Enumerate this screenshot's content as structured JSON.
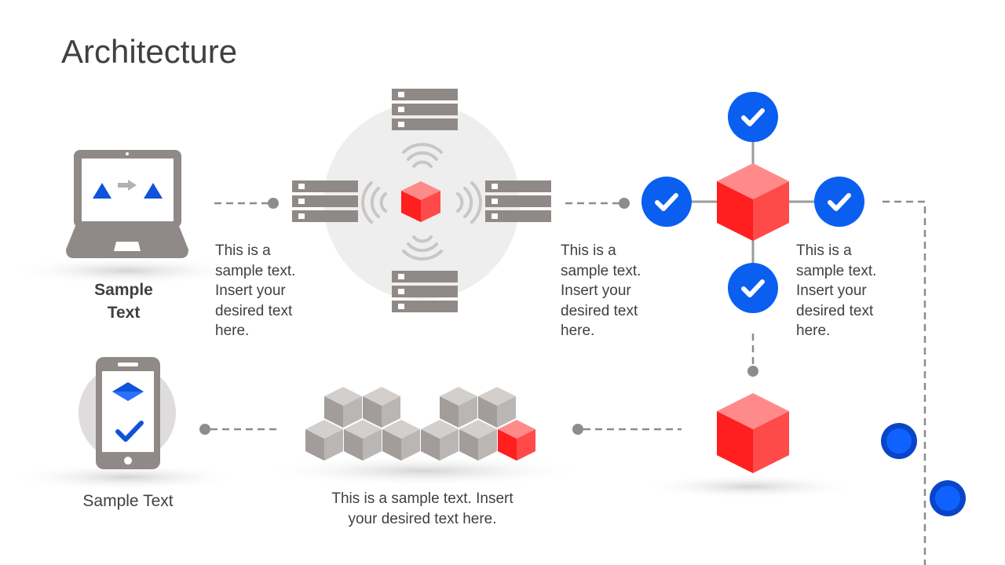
{
  "title": "Architecture",
  "colors": {
    "accent_red": "#ff1f1f",
    "accent_blue": "#0a5ff0",
    "icon_gray": "#8f8a87",
    "text": "#404040",
    "connector": "#8c8c8c"
  },
  "laptop": {
    "label_line1": "Sample",
    "label_line2": "Text"
  },
  "phone": {
    "label": "Sample Text"
  },
  "text_block_1": {
    "lines": [
      "This is a",
      "sample  text.",
      "Insert your",
      "desired text",
      "here."
    ]
  },
  "text_block_2": {
    "lines": [
      "This is a",
      "sample  text.",
      "Insert your",
      "desired text",
      "here."
    ]
  },
  "text_block_3": {
    "lines": [
      "This is a",
      "sample  text.",
      "Insert your",
      "desired text",
      "here."
    ]
  },
  "cubes_text": {
    "lines": [
      "This is a sample text.  Insert",
      "your desired text here."
    ]
  },
  "icons": [
    "laptop-icon",
    "arrow-right-icon",
    "server-icon",
    "wifi-icon",
    "cube-icon",
    "check-icon",
    "smartphone-icon",
    "diamond-icon"
  ]
}
